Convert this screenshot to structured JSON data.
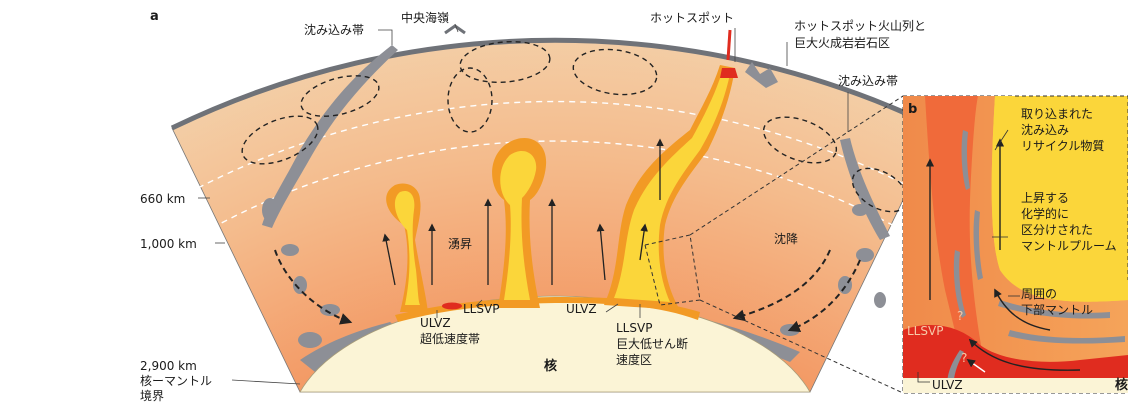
{
  "panel_a": {
    "letter": "a",
    "labels": {
      "subduction_left": "沈み込み帯",
      "mid_ocean_ridge": "中央海嶺",
      "hotspot": "ホットスポット",
      "hotspot_chain_line1": "ホットスポット火山列と",
      "hotspot_chain_line2": "巨大火成岩岩石区",
      "subduction_right": "沈み込み帯",
      "depth_660": "660 km",
      "depth_1000": "1,000 km",
      "upwelling": "湧昇",
      "downwelling": "沈降",
      "ulvz_left": "ULVZ",
      "ulvz_left_jp": "超低速度帯",
      "llsvp_left": "LLSVP",
      "ulvz_right": "ULVZ",
      "llsvp_right": "LLSVP",
      "llsvp_right_jp1": "巨大低せん断",
      "llsvp_right_jp2": "速度区",
      "core": "核",
      "depth_2900": "2,900 km",
      "cmb_line1": "核ーマントル",
      "cmb_line2": "境界"
    }
  },
  "panel_b": {
    "letter": "b",
    "labels": {
      "recycled_line1": "取り込まれた",
      "recycled_line2": "沈み込み",
      "recycled_line3": "リサイクル物質",
      "plume_line1": "上昇する",
      "plume_line2": "化学的に",
      "plume_line3": "区分けされた",
      "plume_line4": "マントルプルーム",
      "lower_mantle_line1": "周囲の",
      "lower_mantle_line2": "下部マントル",
      "llsvp": "LLSVP",
      "question1": "?",
      "question2": "?",
      "ulvz": "ULVZ",
      "core_cut": "核"
    }
  },
  "colors": {
    "mantle_outer": "#f1c79b",
    "mantle_inner": "#f08a55",
    "core": "#fbf4d6",
    "slab": "#8d8f96",
    "plume_yellow": "#fbd63a",
    "plume_orange": "#f29a25",
    "llsvp_red": "#e02c1f"
  }
}
